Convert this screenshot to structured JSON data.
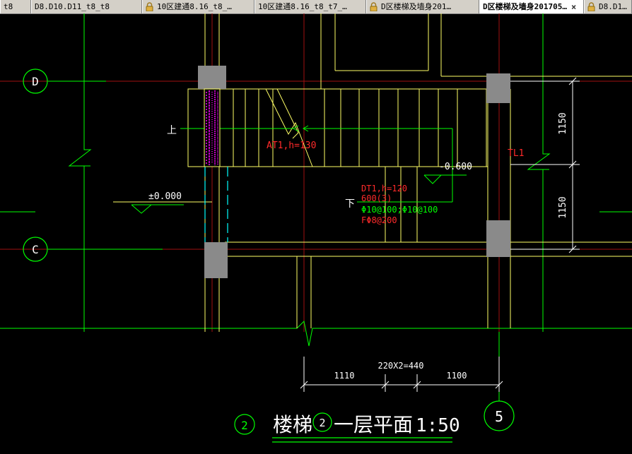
{
  "tabs": [
    {
      "label": "t8",
      "lock": false,
      "active": false
    },
    {
      "label": "D8.D10.D11_t8_t8",
      "lock": false,
      "active": false
    },
    {
      "label": "10区建通8.16_t8_…",
      "lock": true,
      "active": false
    },
    {
      "label": "10区建通8.16_t8_t7_…",
      "lock": false,
      "active": false
    },
    {
      "label": "D区楼梯及墙身201…",
      "lock": true,
      "active": false
    },
    {
      "label": "D区楼梯及墙身201705…",
      "lock": false,
      "active": true,
      "close": "×"
    },
    {
      "label": "D8.D1…",
      "lock": true,
      "active": false
    }
  ],
  "drawing": {
    "grid_axes": {
      "d": "D",
      "c": "C",
      "two": "2",
      "five": "5"
    },
    "up_label": "上",
    "down_label": "下",
    "elev_zero": "±0.000",
    "elev_minus": "-0.600",
    "at1": "AT1,h=130",
    "tl1": "TL1",
    "dt1": {
      "line1": "DT1,h=120",
      "line2": "600(3)",
      "line3": "Φ10@100;Φ10@100",
      "line4": "FΦ8@200"
    },
    "dims": {
      "top": "1150",
      "bottom": "1150",
      "left": "1110",
      "mid": "220X2=440",
      "right": "1100"
    },
    "title": {
      "text": "楼梯",
      "circle": "2",
      "rest": "一层平面",
      "scale": "1:50"
    }
  },
  "colors": {
    "green": "#00ff00",
    "yellow": "#ffff66",
    "red": "#ff2a2a",
    "darkred": "#a01010",
    "cyan": "#00ffff",
    "magenta": "#ff00ff",
    "gray": "#8a8a8a",
    "dim": "#ffffff"
  }
}
